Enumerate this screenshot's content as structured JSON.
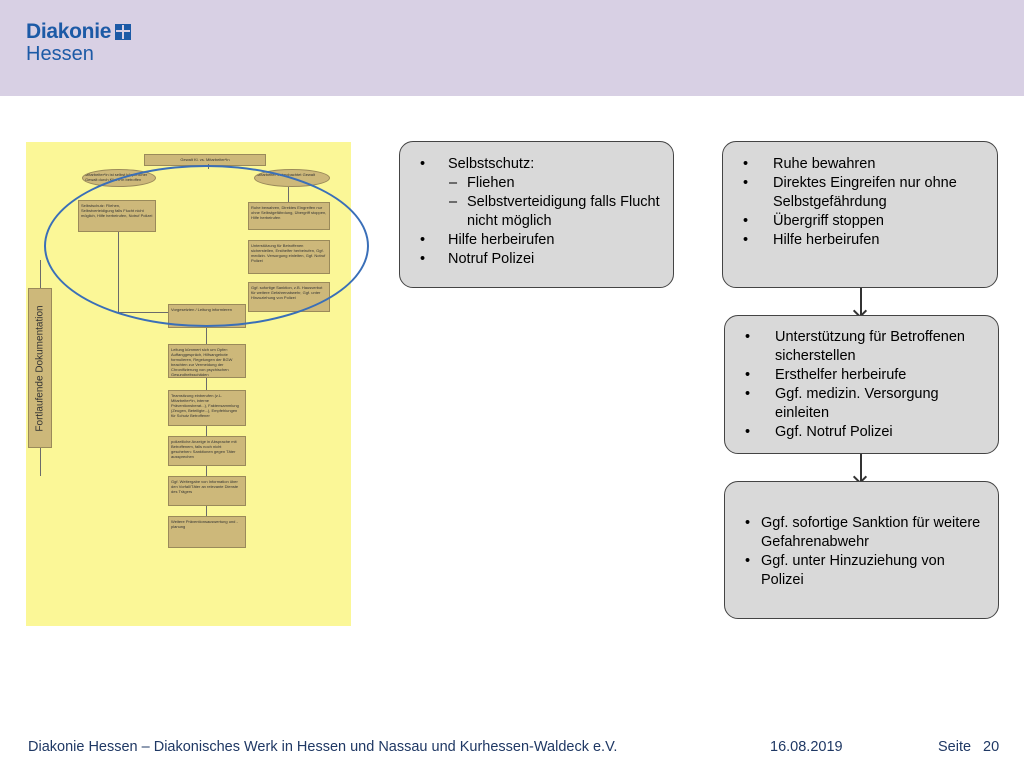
{
  "header": {
    "logo_name": "Diakonie",
    "logo_sub": "Hessen",
    "bg_color": "#d8d0e4",
    "brand_color": "#1c5aa6"
  },
  "thumbnail": {
    "title": "Gewalt Kl. vs. Mitarbeiter*in",
    "left_top": "Mitarbeiter*in ist selbst körperlicher Gewalt durch Klient*in betroffen",
    "right_top": "Mitarbeiter*in beobachtet Gewalt",
    "left_list": "Selbstschutz: Fliehen, Selbstverteidigung falls Flucht nicht möglich, Hilfe herbeirufen, Notruf Polizei",
    "right_list1": "Ruhe bewahren, Direktes Eingreifen nur ohne Selbstgefährdung, Übergriff stoppen, Hilfe herbeirufen",
    "right_list2": "Unterstützung für Betroffenen sicherstellen, Ersthelfer herbeirufen, Ggf. medizin. Versorgung einleiten, Ggf. Notruf Polizei",
    "right_list3": "Ggf. sofortige Sanktion, z.B. Hausverbot für weitere Gefahrenabwehr, Ggf. unter Hinzuziehung von Polizei",
    "mid1": "Vorgesetzten / Leitung informieren",
    "mid2": "Leitung kümmert sich um Opfer: Auffanggespräch, Hilfsangebote formulieren, Regelungen der BGW beachten zur Vermeidung der Chronifizierung von psychischen Gesundheitsschäden",
    "mid3": "Teamsitzung einberufen (z.L. Mitarbeiter*in, interne Präventionsberat...), Faktensammlung (Zeugen, Beteiligte...), Empfehlungen für Schutz Betroffener",
    "mid4": "polizeiliche Anzeige in Absprache mit Betroffenem, falls noch nicht geschehen: Sanktionen gegen Täter aussprechen",
    "mid5": "Ggf. Weitergabe von Information über den Vorfall/Täter an relevante Dienste des Trägers",
    "mid6": "Weitere Präventionsauswertung und -planung",
    "side_label": "Fortlaufende Dokumentation",
    "bg_color": "#fbf797",
    "ellipse_color": "#3a6fb8"
  },
  "box1": {
    "items": [
      {
        "type": "bullet",
        "text": "Selbstschutz:"
      },
      {
        "type": "dash",
        "text": "Fliehen"
      },
      {
        "type": "dash",
        "text": "Selbstverteidigung falls Flucht nicht möglich"
      },
      {
        "type": "bullet",
        "text": "Hilfe herbeirufen"
      },
      {
        "type": "bullet",
        "text": "Notruf Polizei"
      }
    ]
  },
  "box2": {
    "items": [
      {
        "type": "bullet",
        "text": "Ruhe bewahren"
      },
      {
        "type": "bullet",
        "text": "Direktes Eingreifen nur ohne Selbstgefährdung"
      },
      {
        "type": "bullet",
        "text": "Übergriff stoppen"
      },
      {
        "type": "bullet",
        "text": "Hilfe herbeirufen"
      }
    ]
  },
  "box3": {
    "items": [
      {
        "type": "bullet",
        "text": "Unterstützung für Betroffenen sicherstellen"
      },
      {
        "type": "bullet",
        "text": "Ersthelfer herbeirufe"
      },
      {
        "type": "bullet",
        "text": "Ggf. medizin. Versorgung einleiten"
      },
      {
        "type": "bullet",
        "text": "Ggf. Notruf Polizei"
      }
    ]
  },
  "box4": {
    "items": [
      {
        "type": "bullet",
        "text": "Ggf. sofortige Sanktion für weitere Gefahrenabwehr"
      },
      {
        "type": "bullet",
        "text": "Ggf. unter Hinzuziehung von Polizei"
      }
    ]
  },
  "footer": {
    "org": "Diakonie Hessen – Diakonisches Werk in Hessen und Nassau und Kurhessen-Waldeck e.V.",
    "date": "16.08.2019",
    "page_label": "Seite",
    "page_number": "20"
  }
}
